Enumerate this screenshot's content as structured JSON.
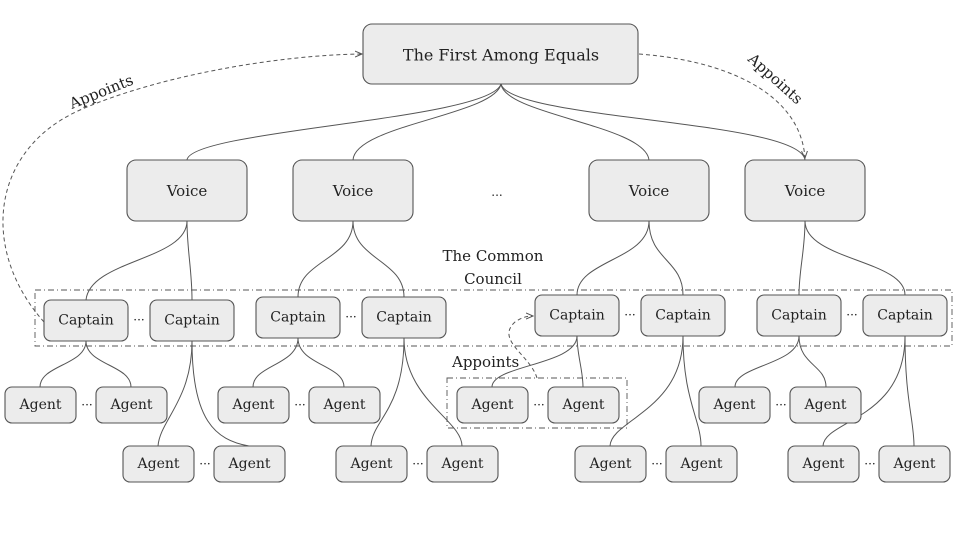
{
  "diagram": {
    "root": {
      "label": "The First Among Equals"
    },
    "voices": [
      {
        "label": "Voice"
      },
      {
        "label": "Voice"
      },
      {
        "label": "Voice"
      },
      {
        "label": "Voice"
      }
    ],
    "voice_ellipsis": "...",
    "captain_label": "Captain",
    "agent_label": "Agent",
    "ellipsis": "···",
    "council_label_line1": "The Common",
    "council_label_line2": "Council",
    "appoints_label": "Appoints",
    "colors": {
      "node_fill": "#ececec",
      "node_stroke": "#555555",
      "text": "#222222",
      "edge": "#555555"
    }
  }
}
